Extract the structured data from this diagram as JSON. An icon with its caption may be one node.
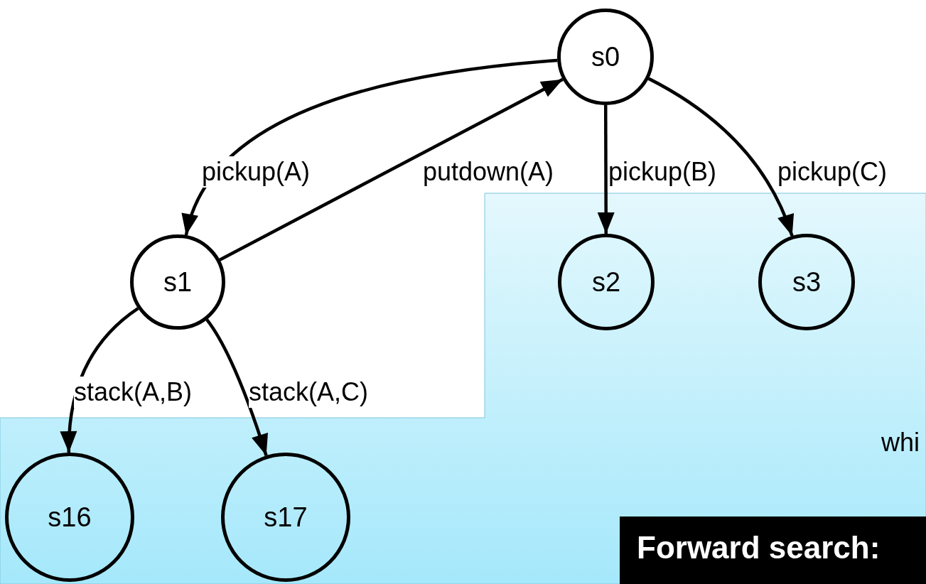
{
  "diagram": {
    "nodes": [
      {
        "text": [
          "s0"
        ]
      },
      {
        "text": [
          "s1"
        ]
      },
      {
        "text": [
          "s2"
        ]
      },
      {
        "text": [
          "s3"
        ]
      },
      {
        "text": [
          "s16"
        ]
      },
      {
        "text": [
          "s17"
        ]
      }
    ],
    "edges": [
      {
        "from": 0,
        "to": 1,
        "arrow": "to",
        "label": "pickup(A)"
      },
      {
        "from": 1,
        "to": 0,
        "arrow": "to",
        "label": "putdown(A)"
      },
      {
        "from": 0,
        "to": 2,
        "arrow": "to",
        "label": "pickup(B)"
      },
      {
        "from": 0,
        "to": 3,
        "arrow": "to",
        "label": "pickup(C)"
      },
      {
        "from": 1,
        "to": 4,
        "arrow": "to",
        "label": "stack(A,B)"
      },
      {
        "from": 1,
        "to": 5,
        "arrow": "to",
        "label": "stack(A,C)"
      }
    ],
    "labels": [
      "whi",
      "Forward search:"
    ]
  }
}
